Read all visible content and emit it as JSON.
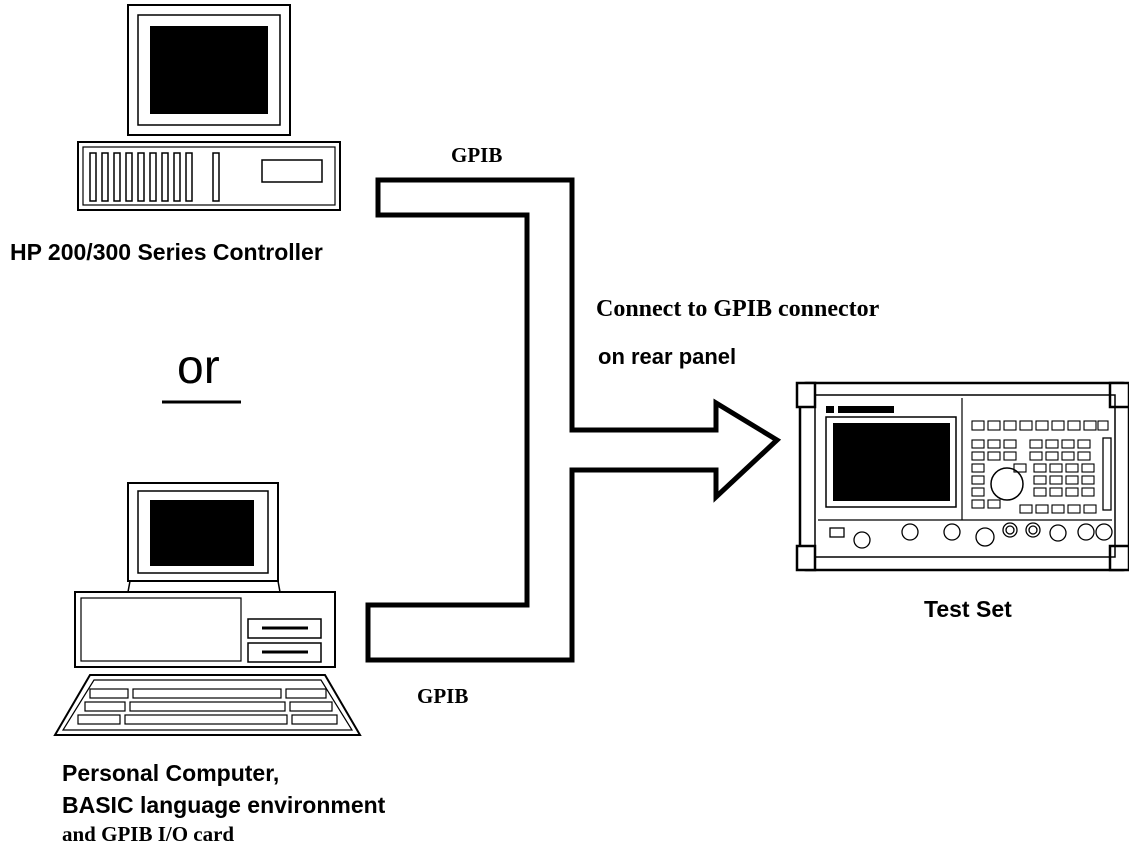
{
  "labels": {
    "controller": "HP 200/300 Series Controller",
    "or": "or",
    "gpib_top": "GPIB",
    "gpib_bottom": "GPIB",
    "connect_line1": "Connect to GPIB connector",
    "connect_line2": "on rear panel",
    "test_set": "Test Set",
    "pc_line1": "Personal Computer,",
    "pc_line2": "BASIC language environment",
    "pc_line3": "and GPIB I/O card"
  },
  "colors": {
    "ink": "#000000",
    "paper": "#ffffff"
  }
}
